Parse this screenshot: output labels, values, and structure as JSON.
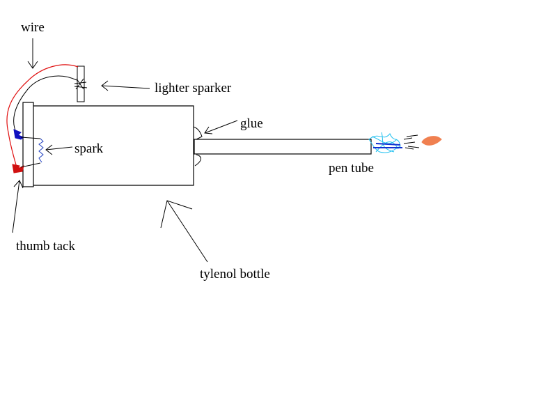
{
  "labels": {
    "wire": "wire",
    "lighter_sparker": "lighter sparker",
    "glue": "glue",
    "spark": "spark",
    "pen_tube": "pen tube",
    "thumb_tack": "thumb tack",
    "tylenol_bottle": "tylenol bottle"
  },
  "colors": {
    "background": "#ffffff",
    "outline": "#000000",
    "red_wire": "#e01010",
    "blue_tack": "#1010c0",
    "red_tack": "#d01010",
    "spark": "#2040c0",
    "flame_blue": "#20c0f0",
    "flame_dark_blue": "#1030d0",
    "flame_orange": "#f08050"
  }
}
